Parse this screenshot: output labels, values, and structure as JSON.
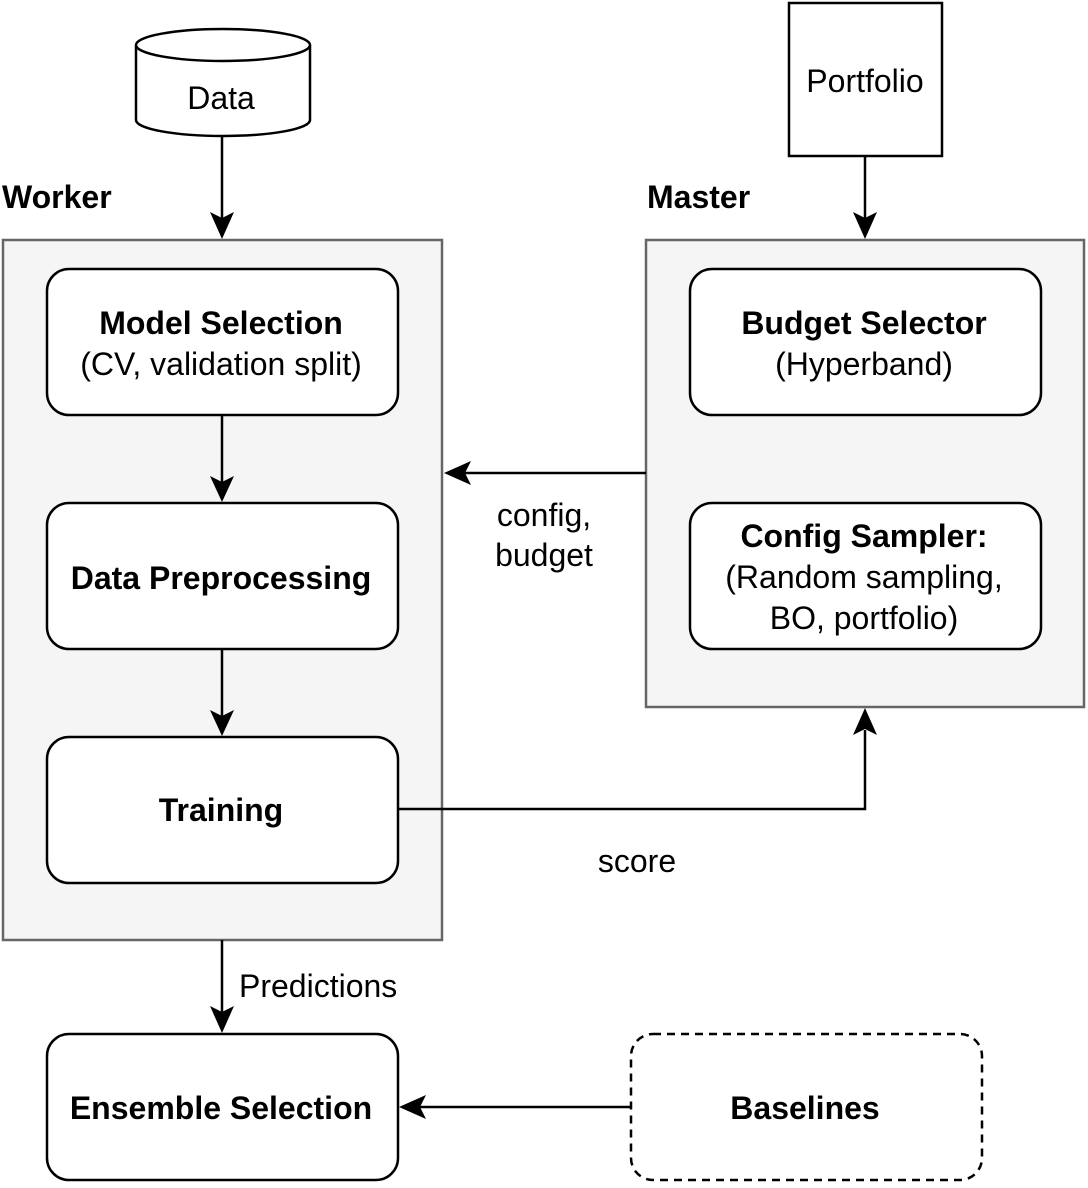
{
  "labels": {
    "worker": "Worker",
    "master": "Master"
  },
  "nodes": {
    "data": "Data",
    "portfolio": "Portfolio",
    "model_selection": {
      "title": "Model Selection",
      "subtitle": "(CV, validation split)"
    },
    "data_preprocessing": {
      "title": "Data Preprocessing"
    },
    "training": {
      "title": "Training"
    },
    "budget_selector": {
      "title": "Budget Selector",
      "subtitle": "(Hyperband)"
    },
    "config_sampler": {
      "title": "Config Sampler:",
      "line2": "(Random sampling,",
      "line3": "BO, portfolio)"
    },
    "ensemble_selection": {
      "title": "Ensemble Selection"
    },
    "baselines": {
      "title": "Baselines"
    }
  },
  "edges": {
    "config_budget_line1": "config,",
    "config_budget_line2": "budget",
    "score": "score",
    "predictions": "Predictions"
  },
  "colors": {
    "group_fill": "#f5f5f5",
    "group_stroke": "#666666",
    "stroke": "#000000",
    "background": "#ffffff"
  }
}
